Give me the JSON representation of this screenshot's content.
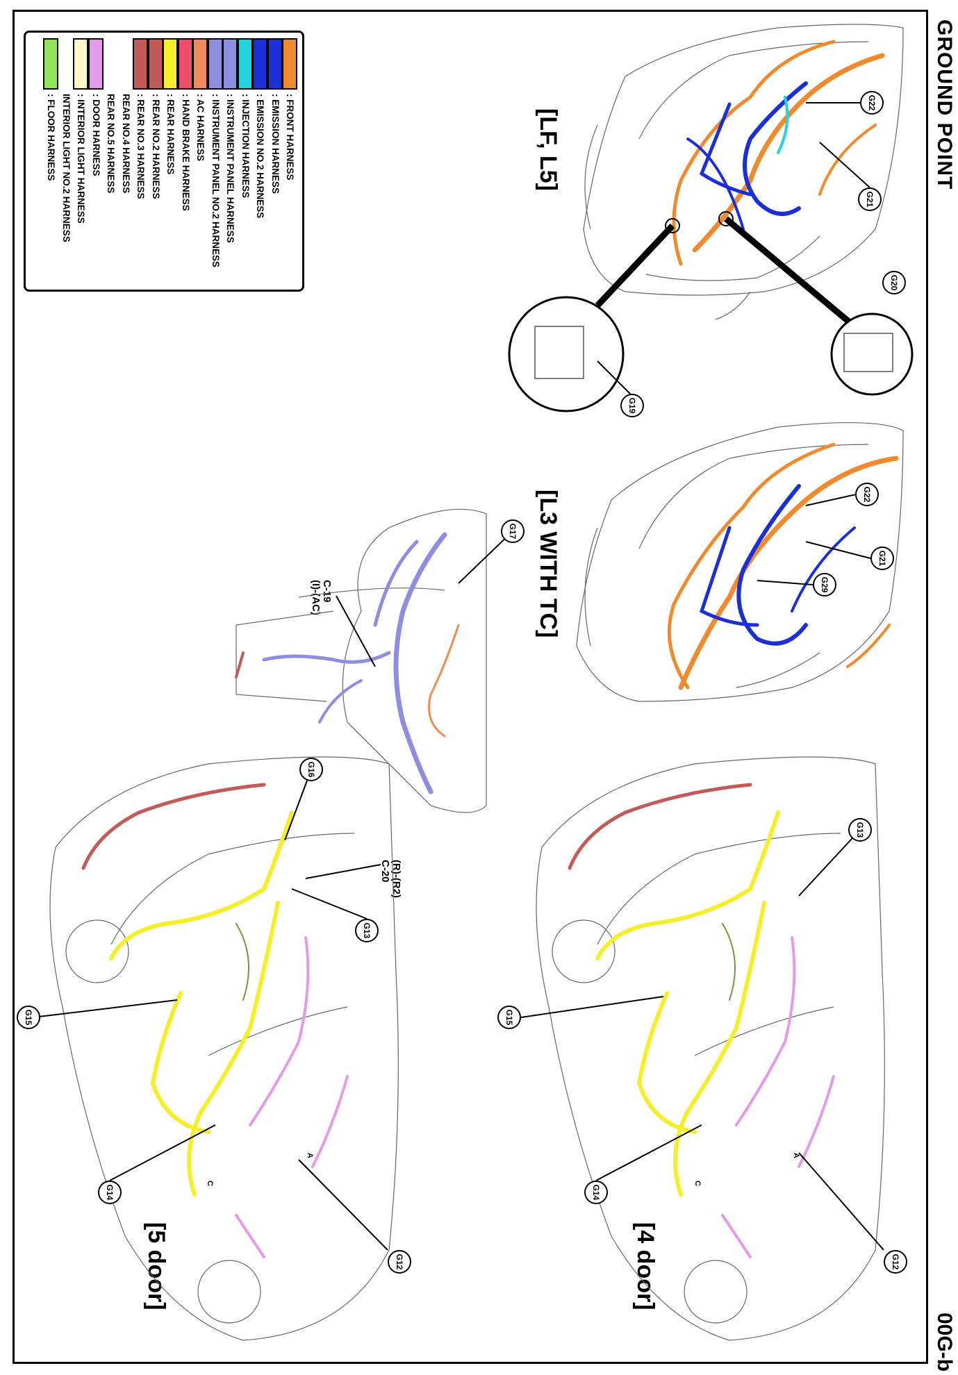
{
  "page": {
    "title": "GROUND POINT",
    "page_code": "00G-b"
  },
  "legend": {
    "items": [
      {
        "label": ": FRONT HARNESS",
        "color": "#f08a2c"
      },
      {
        "label": ": EMISSION HARNESS",
        "color": "#1a2fd6"
      },
      {
        "label": ": EMISSION NO.2 HARNESS",
        "color": "#1a2fd6"
      },
      {
        "label": ": INJECTION HARNESS",
        "color": "#23d4dc"
      },
      {
        "label": ": INSTRUMENT PANEL HARNESS",
        "color": "#8e8ee0"
      },
      {
        "label": ": INSTRUMENT PANEL NO.2 HARNESS",
        "color": "#8e8ee0"
      },
      {
        "label": ": AC HARNESS",
        "color": "#ef8d5a"
      },
      {
        "label": ": HAND BRAKE HARNESS",
        "color": "#ee4d6a"
      },
      {
        "label": ": REAR HARNESS",
        "color": "#f5ef2a"
      },
      {
        "label": ": REAR NO.2 HARNESS",
        "color": "#c25a5a"
      },
      {
        "label": ": REAR NO.3 HARNESS",
        "color": "#c25a5a"
      },
      {
        "label": "REAR NO.4 HARNESS",
        "color": ""
      },
      {
        "label": "REAR NO.5 HARNESS",
        "color": ""
      },
      {
        "label": ": DOOR HARNESS",
        "color": "#e59ae9"
      },
      {
        "label": ": INTERIOR LIGHT HARNESS",
        "color": "#fdf8c9"
      },
      {
        "label": "INTERIOR LIGHT NO.2 HARNESS",
        "color": ""
      },
      {
        "label": ": FLOOR HARNESS",
        "color": "#8fe45a"
      }
    ]
  },
  "sections": {
    "lf_l5": "[LF, L5]",
    "l3_tc": "[L3 WITH TC]",
    "door4": "[4 door]",
    "door5": "[5 door]"
  },
  "callouts": {
    "lf": [
      "G22",
      "G21",
      "G20",
      "G19"
    ],
    "l3": [
      "G22",
      "G21",
      "G29"
    ],
    "ip": [
      "G17"
    ],
    "door4": [
      "G13",
      "G15",
      "G14",
      "G12"
    ],
    "door5": [
      "G16",
      "G13",
      "G15",
      "G14",
      "G12"
    ]
  },
  "connector_labels": {
    "c19": "C-19",
    "c19_sub": "(I)-(AC)",
    "c20": "C-20",
    "c20_sub": "(R)-(R2)"
  },
  "small_marks": {
    "mark_a": "A",
    "mark_c": "C"
  }
}
